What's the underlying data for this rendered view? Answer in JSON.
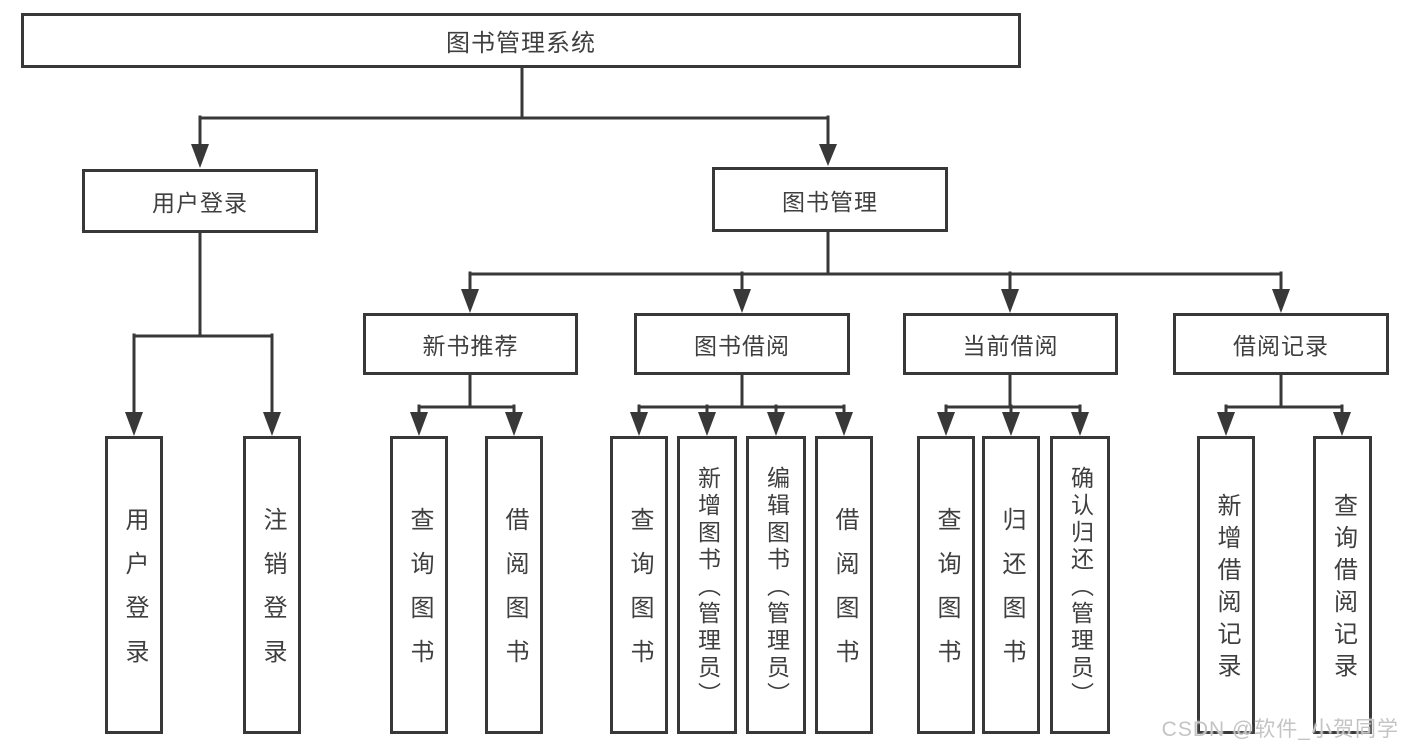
{
  "tree": {
    "root": {
      "label": "图书管理系统",
      "children": [
        {
          "label": "用户登录",
          "children": [
            {
              "label": "用户登录"
            },
            {
              "label": "注销登录"
            }
          ]
        },
        {
          "label": "图书管理",
          "children": [
            {
              "label": "新书推荐",
              "children": [
                {
                  "label": "查询图书"
                },
                {
                  "label": "借阅图书"
                }
              ]
            },
            {
              "label": "图书借阅",
              "children": [
                {
                  "label": "查询图书"
                },
                {
                  "label": "新增图书（管理员）"
                },
                {
                  "label": "编辑图书（管理员）"
                },
                {
                  "label": "借阅图书"
                }
              ]
            },
            {
              "label": "当前借阅",
              "children": [
                {
                  "label": "查询图书"
                },
                {
                  "label": "归还图书"
                },
                {
                  "label": "确认归还（管理员）"
                }
              ]
            },
            {
              "label": "借阅记录",
              "children": [
                {
                  "label": "新增借阅记录"
                },
                {
                  "label": "查询借阅记录"
                }
              ]
            }
          ]
        }
      ]
    }
  },
  "watermark": {
    "text": "CSDN @软件_小贺同学"
  },
  "colors": {
    "line": "#383838",
    "text": "#3f3f3f",
    "watermark": "#c4c4c4"
  }
}
